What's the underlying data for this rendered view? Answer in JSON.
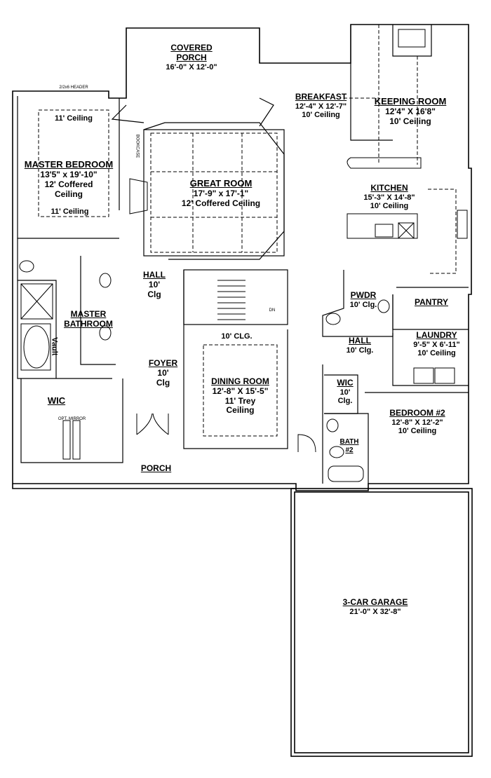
{
  "rooms": {
    "covered_porch": {
      "name": "COVERED PORCH",
      "line1": "COVERED",
      "line2": "PORCH",
      "dims": "16'-0\" X 12'-0\""
    },
    "breakfast": {
      "name": "BREAKFAST",
      "dims": "12'-4\" X 12'-7\"",
      "ceiling": "10' Ceiling"
    },
    "keeping_room": {
      "name": "KEEPING ROOM",
      "dims": "12'4\" X 16'8\"",
      "ceiling": "10' Ceiling"
    },
    "master_bedroom": {
      "name": "MASTER BEDROOM",
      "dims": "13'5\" x 19'-10\"",
      "ceiling_a": "12' Coffered",
      "ceiling_b": "Ceiling",
      "ceiling_top": "11' Ceiling",
      "ceiling_bottom": "11' Ceiling"
    },
    "great_room": {
      "name": "GREAT ROOM",
      "dims": "17'-9\" x 17'-1\"",
      "ceiling": "12' Coffered Ceiling"
    },
    "kitchen": {
      "name": "KITCHEN",
      "dims": "15'-3\" X 14'-8\"",
      "ceiling": "10' Ceiling"
    },
    "hall_center": {
      "name": "HALL",
      "line2": "10'",
      "line3": "Clg"
    },
    "pwdr": {
      "name": "PWDR",
      "ceiling": "10' Clg."
    },
    "pantry": {
      "name": "PANTRY"
    },
    "master_bathroom": {
      "name1": "MASTER",
      "name2": "BATHROOM",
      "vault": "Vault"
    },
    "hall_right": {
      "name": "HALL",
      "ceiling": "10' Clg."
    },
    "laundry": {
      "name": "LAUNDRY",
      "dims": "9'-5\" X 6'-11\"",
      "ceiling": "10' Ceiling"
    },
    "foyer": {
      "name": "FOYER",
      "line2": "10'",
      "line3": "Clg"
    },
    "dining_clg": "10' CLG.",
    "dining_room": {
      "name": "DINING ROOM",
      "dims": "12'-8\" X 15'-5\"",
      "ceiling_a": "11' Trey",
      "ceiling_b": "Ceiling"
    },
    "wic_left": {
      "name": "WIC"
    },
    "wic_right": {
      "name": "WIC",
      "line2": "10'",
      "line3": "Clg."
    },
    "bedroom2": {
      "name": "BEDROOM #2",
      "dims": "12'-8\" X 12'-2\"",
      "ceiling": "10' Ceiling"
    },
    "bath2": {
      "name1": "BATH",
      "name2": "#2"
    },
    "porch": {
      "name": "PORCH"
    },
    "garage": {
      "name": "3-CAR GARAGE",
      "dims": "21'-0\" X 32'-8\""
    }
  },
  "annotations": {
    "header": "2/2x6 HEADER",
    "bookcase": "BOOKCASE",
    "opt_mirror": "OPT. MIRROR",
    "stair_dn": "DN"
  },
  "colors": {
    "line": "#000000",
    "background": "#ffffff"
  }
}
